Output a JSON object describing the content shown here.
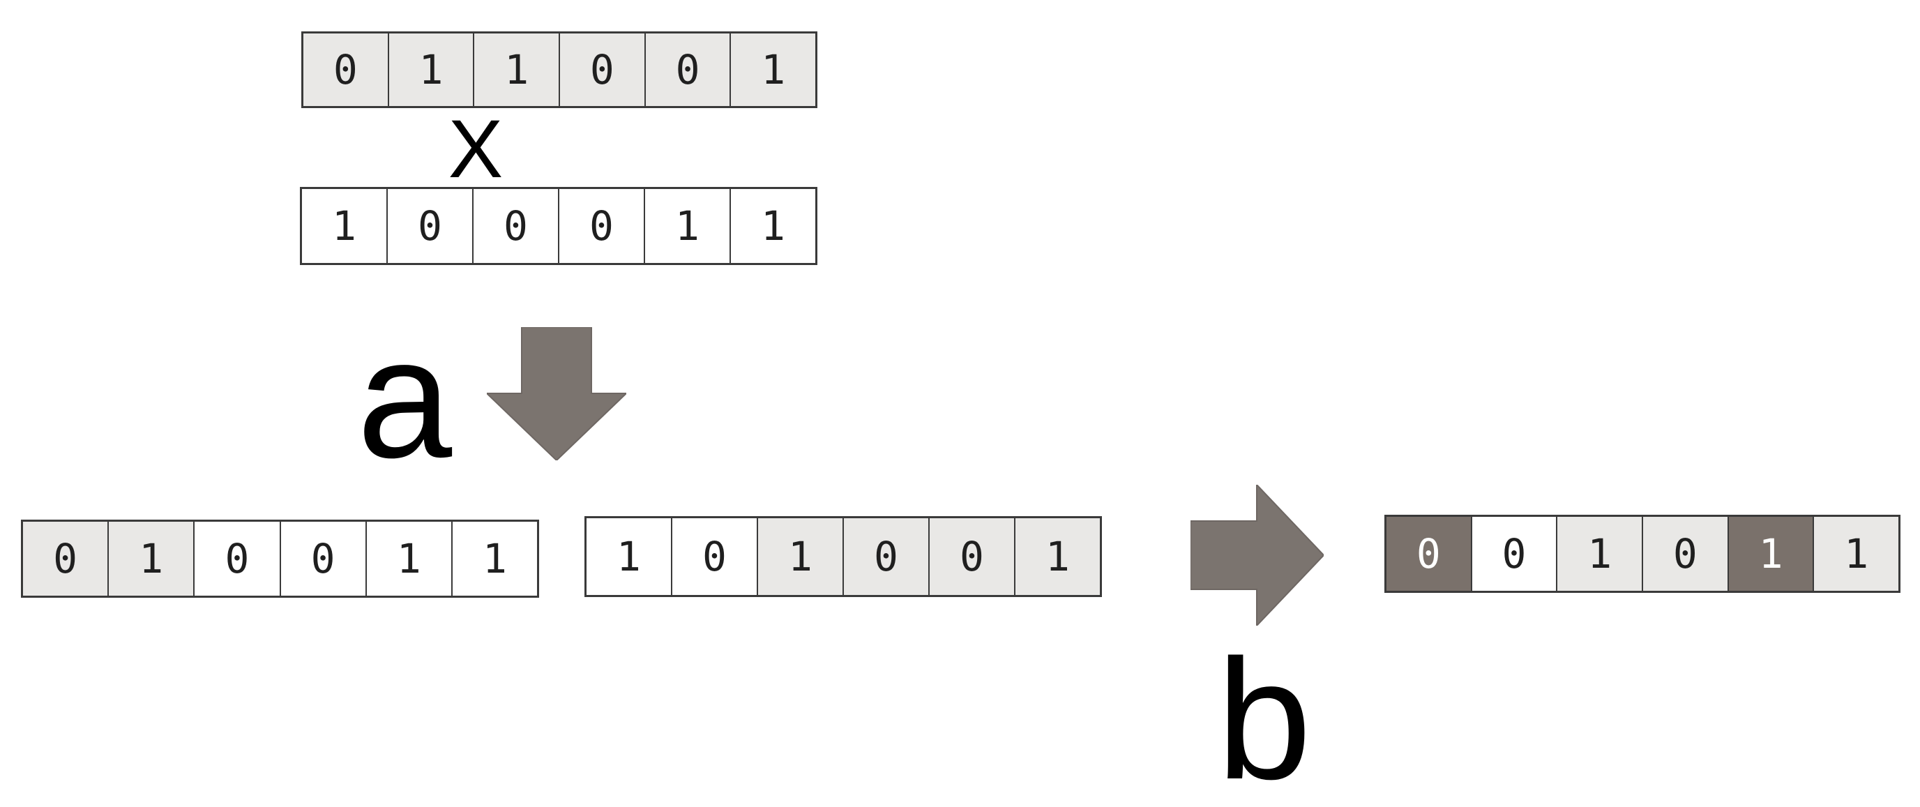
{
  "labels": {
    "crossover_operator": "X",
    "step_a": "a",
    "step_b": "b"
  },
  "colors": {
    "cell_light": "#e9e8e6",
    "cell_white": "#ffffff",
    "cell_dark": "#7a716b",
    "arrow": "#7b746f",
    "border": "#3a3a3a",
    "digit": "#1f1f1f",
    "digit_on_dark": "#ffffff",
    "canvas_bg": "#ffffff"
  },
  "icons": {
    "down_arrow": "block-arrow-down",
    "right_arrow": "block-arrow-right"
  },
  "rows": {
    "parent1": {
      "bits": "011001",
      "cells": [
        {
          "v": "0",
          "shade": "light"
        },
        {
          "v": "1",
          "shade": "light"
        },
        {
          "v": "1",
          "shade": "light"
        },
        {
          "v": "0",
          "shade": "light"
        },
        {
          "v": "0",
          "shade": "light"
        },
        {
          "v": "1",
          "shade": "light"
        }
      ]
    },
    "parent2": {
      "bits": "100011",
      "cells": [
        {
          "v": "1",
          "shade": "white"
        },
        {
          "v": "0",
          "shade": "white"
        },
        {
          "v": "0",
          "shade": "white"
        },
        {
          "v": "0",
          "shade": "white"
        },
        {
          "v": "1",
          "shade": "white"
        },
        {
          "v": "1",
          "shade": "white"
        }
      ]
    },
    "child1": {
      "bits": "010011",
      "cells": [
        {
          "v": "0",
          "shade": "light"
        },
        {
          "v": "1",
          "shade": "light"
        },
        {
          "v": "0",
          "shade": "white"
        },
        {
          "v": "0",
          "shade": "white"
        },
        {
          "v": "1",
          "shade": "white"
        },
        {
          "v": "1",
          "shade": "white"
        }
      ]
    },
    "child2": {
      "bits": "101001",
      "cells": [
        {
          "v": "1",
          "shade": "white"
        },
        {
          "v": "0",
          "shade": "white"
        },
        {
          "v": "1",
          "shade": "light"
        },
        {
          "v": "0",
          "shade": "light"
        },
        {
          "v": "0",
          "shade": "light"
        },
        {
          "v": "1",
          "shade": "light"
        }
      ]
    },
    "mutated": {
      "bits": "001011",
      "cells": [
        {
          "v": "0",
          "shade": "dark"
        },
        {
          "v": "0",
          "shade": "white"
        },
        {
          "v": "1",
          "shade": "light"
        },
        {
          "v": "0",
          "shade": "light"
        },
        {
          "v": "1",
          "shade": "dark"
        },
        {
          "v": "1",
          "shade": "light"
        }
      ]
    }
  }
}
